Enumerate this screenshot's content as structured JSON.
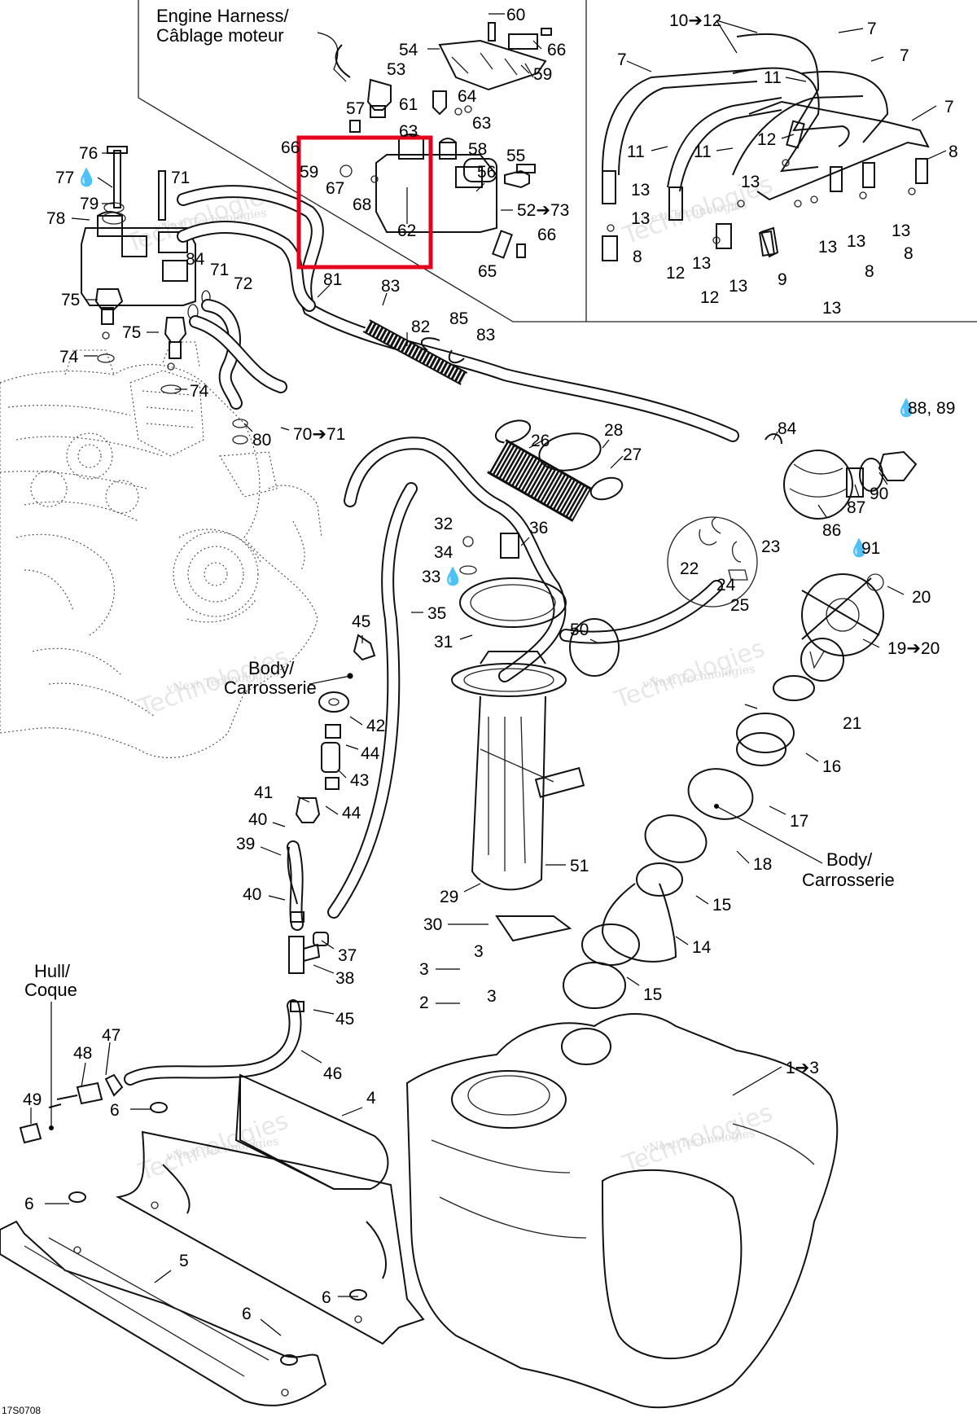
{
  "labels": {
    "engine_harness": [
      "Engine Harness/",
      "Câblage moteur"
    ],
    "body_1": [
      "Body/",
      "Carrosserie"
    ],
    "body_2": [
      "Body/",
      "Carrosserie"
    ],
    "hull": [
      "Hull/",
      "Coque"
    ]
  },
  "drawing_code": "17S0708",
  "watermark": [
    "vNext Technologies",
    "Technologies"
  ],
  "callouts": [
    {
      "id": "c53",
      "text": "53"
    },
    {
      "id": "c54",
      "text": "54"
    },
    {
      "id": "c57",
      "text": "57"
    },
    {
      "id": "c59a",
      "text": "59"
    },
    {
      "id": "c60",
      "text": "60"
    },
    {
      "id": "c61",
      "text": "61"
    },
    {
      "id": "c62",
      "text": "62"
    },
    {
      "id": "c63a",
      "text": "63"
    },
    {
      "id": "c63b",
      "text": "63"
    },
    {
      "id": "c64",
      "text": "64"
    },
    {
      "id": "c65",
      "text": "65"
    },
    {
      "id": "c66a",
      "text": "66"
    },
    {
      "id": "c66b",
      "text": "66"
    },
    {
      "id": "c66c",
      "text": "66"
    },
    {
      "id": "c59b",
      "text": "59"
    },
    {
      "id": "c67",
      "text": "67"
    },
    {
      "id": "c68",
      "text": "68"
    },
    {
      "id": "c58",
      "text": "58"
    },
    {
      "id": "c55",
      "text": "55"
    },
    {
      "id": "c56",
      "text": "56"
    },
    {
      "id": "c52",
      "text": "52➔73"
    },
    {
      "id": "c76",
      "text": "76"
    },
    {
      "id": "c77",
      "text": "77"
    },
    {
      "id": "c71a",
      "text": "71"
    },
    {
      "id": "c79",
      "text": "79"
    },
    {
      "id": "c78",
      "text": "78"
    },
    {
      "id": "c84a",
      "text": "84"
    },
    {
      "id": "c71b",
      "text": "71"
    },
    {
      "id": "c72",
      "text": "72"
    },
    {
      "id": "c81",
      "text": "81"
    },
    {
      "id": "c83a",
      "text": "83"
    },
    {
      "id": "c75a",
      "text": "75"
    },
    {
      "id": "c75b",
      "text": "75"
    },
    {
      "id": "c82",
      "text": "82"
    },
    {
      "id": "c85",
      "text": "85"
    },
    {
      "id": "c83b",
      "text": "83"
    },
    {
      "id": "c74a",
      "text": "74"
    },
    {
      "id": "c74b",
      "text": "74"
    },
    {
      "id": "c80",
      "text": "80"
    },
    {
      "id": "c70",
      "text": "70➔71"
    },
    {
      "id": "c84b",
      "text": "84"
    },
    {
      "id": "c88",
      "text": "88, 89"
    },
    {
      "id": "c26",
      "text": "26"
    },
    {
      "id": "c28",
      "text": "28"
    },
    {
      "id": "c27",
      "text": "27"
    },
    {
      "id": "c90",
      "text": "90"
    },
    {
      "id": "c87",
      "text": "87"
    },
    {
      "id": "c86",
      "text": "86"
    },
    {
      "id": "c91",
      "text": "91"
    },
    {
      "id": "c32",
      "text": "32"
    },
    {
      "id": "c36",
      "text": "36"
    },
    {
      "id": "c34",
      "text": "34"
    },
    {
      "id": "c33",
      "text": "33"
    },
    {
      "id": "c23",
      "text": "23"
    },
    {
      "id": "c22",
      "text": "22"
    },
    {
      "id": "c24",
      "text": "24"
    },
    {
      "id": "c25",
      "text": "25"
    },
    {
      "id": "c20",
      "text": "20"
    },
    {
      "id": "c35",
      "text": "35"
    },
    {
      "id": "c31",
      "text": "31"
    },
    {
      "id": "c45a",
      "text": "45"
    },
    {
      "id": "c50",
      "text": "50"
    },
    {
      "id": "c19",
      "text": "19➔20"
    },
    {
      "id": "c42",
      "text": "42"
    },
    {
      "id": "c21",
      "text": "21"
    },
    {
      "id": "c44a",
      "text": "44"
    },
    {
      "id": "c43",
      "text": "43"
    },
    {
      "id": "c16",
      "text": "16"
    },
    {
      "id": "c41",
      "text": "41"
    },
    {
      "id": "c44b",
      "text": "44"
    },
    {
      "id": "c40a",
      "text": "40"
    },
    {
      "id": "c17",
      "text": "17"
    },
    {
      "id": "c39",
      "text": "39"
    },
    {
      "id": "c18",
      "text": "18"
    },
    {
      "id": "c51",
      "text": "51"
    },
    {
      "id": "c40b",
      "text": "40"
    },
    {
      "id": "c29",
      "text": "29"
    },
    {
      "id": "c15a",
      "text": "15"
    },
    {
      "id": "c30",
      "text": "30"
    },
    {
      "id": "c14",
      "text": "14"
    },
    {
      "id": "c37",
      "text": "37"
    },
    {
      "id": "c3a",
      "text": "3"
    },
    {
      "id": "c3b",
      "text": "3"
    },
    {
      "id": "c38",
      "text": "38"
    },
    {
      "id": "c15b",
      "text": "15"
    },
    {
      "id": "c2",
      "text": "2"
    },
    {
      "id": "c3c",
      "text": "3"
    },
    {
      "id": "c45b",
      "text": "45"
    },
    {
      "id": "c47",
      "text": "47"
    },
    {
      "id": "c48",
      "text": "48"
    },
    {
      "id": "c46",
      "text": "46"
    },
    {
      "id": "c1",
      "text": "1➔3"
    },
    {
      "id": "c49",
      "text": "49"
    },
    {
      "id": "c4",
      "text": "4"
    },
    {
      "id": "c6a",
      "text": "6"
    },
    {
      "id": "c6b",
      "text": "6"
    },
    {
      "id": "c5",
      "text": "5"
    },
    {
      "id": "c6c",
      "text": "6"
    },
    {
      "id": "c6d",
      "text": "6"
    },
    {
      "id": "c10",
      "text": "10➔12"
    },
    {
      "id": "c7a",
      "text": "7"
    },
    {
      "id": "c7b",
      "text": "7"
    },
    {
      "id": "c7c",
      "text": "7"
    },
    {
      "id": "c7d",
      "text": "7"
    },
    {
      "id": "c11a",
      "text": "11"
    },
    {
      "id": "c11b",
      "text": "11"
    },
    {
      "id": "c11c",
      "text": "11"
    },
    {
      "id": "c12a",
      "text": "12"
    },
    {
      "id": "c8a",
      "text": "8"
    },
    {
      "id": "c13a",
      "text": "13"
    },
    {
      "id": "c13b",
      "text": "13"
    },
    {
      "id": "c13c",
      "text": "13"
    },
    {
      "id": "c13d",
      "text": "13"
    },
    {
      "id": "c13e",
      "text": "13"
    },
    {
      "id": "c13f",
      "text": "13"
    },
    {
      "id": "c13g",
      "text": "13"
    },
    {
      "id": "c8b",
      "text": "8"
    },
    {
      "id": "c12b",
      "text": "12"
    },
    {
      "id": "c12c",
      "text": "12"
    },
    {
      "id": "c9",
      "text": "9"
    },
    {
      "id": "c8c",
      "text": "8"
    },
    {
      "id": "c8d",
      "text": "8"
    },
    {
      "id": "c13h",
      "text": "13"
    },
    {
      "id": "c13i",
      "text": "13"
    }
  ],
  "highlight_color": "#e5001b"
}
